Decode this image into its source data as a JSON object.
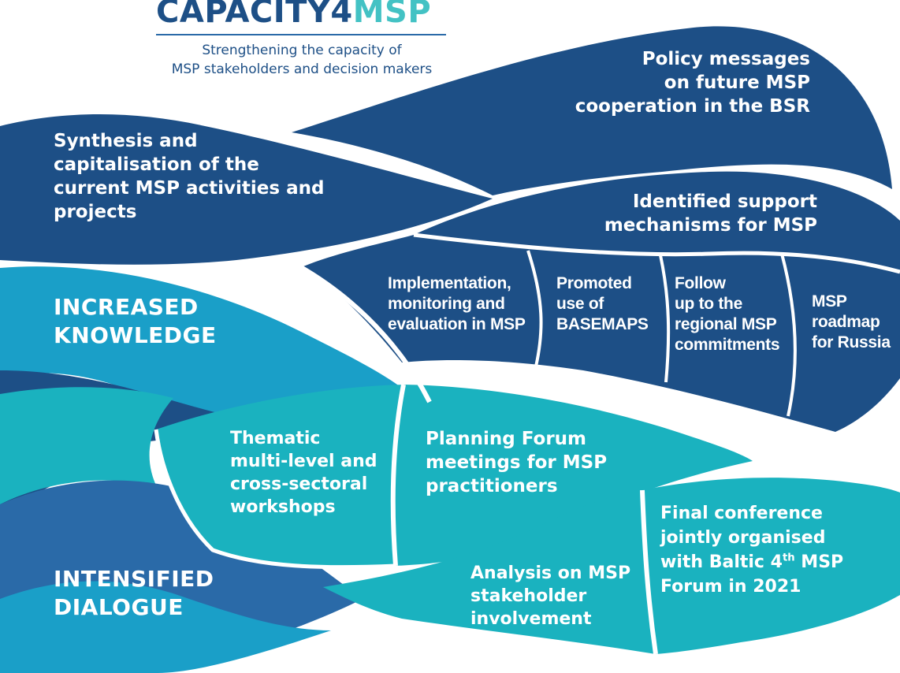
{
  "header": {
    "brand_part1": "CAPACITY4",
    "brand_part2": "MSP",
    "tagline": "Strengthening the capacity of\nMSP stakeholders and decision makers"
  },
  "sections": {
    "knowledge": "INCREASED\nKNOWLEDGE",
    "dialogue": "INTENSIFIED\nDIALOGUE"
  },
  "outputs": {
    "policy_messages": "Policy messages\non future MSP\ncooperation  in the BSR",
    "synthesis": "Synthesis and\ncapitalisation of the\ncurrent MSP activities and\nprojects",
    "support_mechanisms": "Identified support\nmechanisms for MSP",
    "implementation": "Implementation,\nmonitoring and\nevaluation in MSP",
    "basemaps": "Promoted\nuse of\nBASEMAPS",
    "follow_up": "Follow\nup to the\nregional MSP\ncommitments",
    "roadmap": "MSP\nroadmap\nfor Russia",
    "workshops": "Thematic\nmulti-level and\ncross-sectoral\nworkshops",
    "planning_forum": "Planning Forum\nmeetings for MSP\npractitioners",
    "analysis": "Analysis on MSP\nstakeholder\ninvolvement",
    "final_conference_line1": "Final conference\njointly organised",
    "final_conference_line2_pre": "with Baltic 4",
    "final_conference_sup": "th",
    "final_conference_line2_post": " MSP",
    "final_conference_line3": "Forum in 2021"
  },
  "colors": {
    "navy": "#1d4f86",
    "blue": "#2a6aa8",
    "cyan": "#1a9fc8",
    "teal": "#1ab2bf",
    "logo_teal": "#43c2c4"
  }
}
